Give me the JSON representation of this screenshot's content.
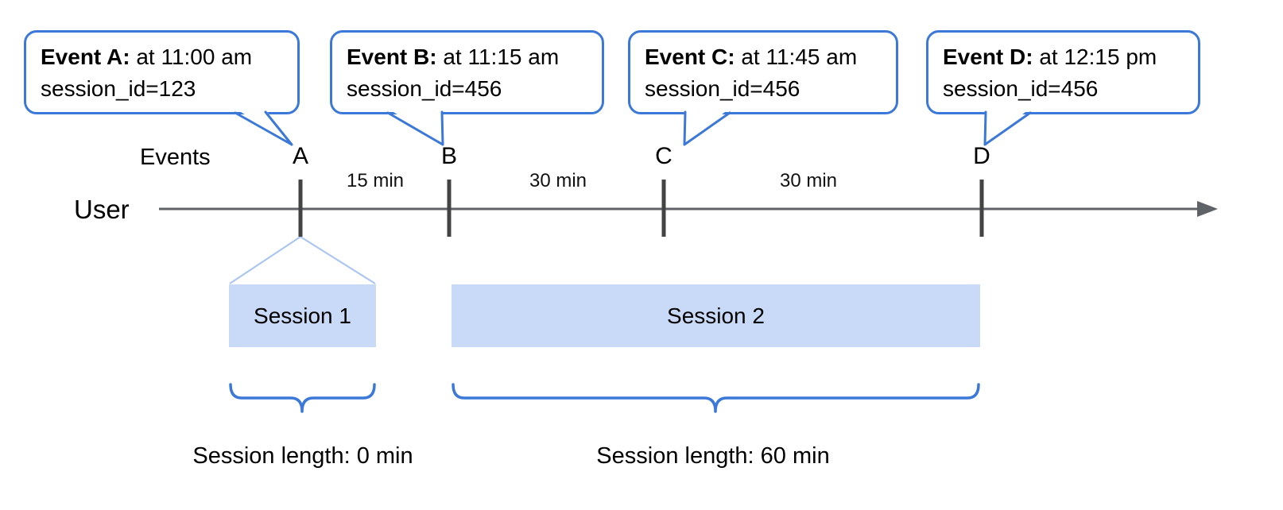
{
  "diagram": {
    "colors": {
      "accent_blue": "#3b78d8",
      "session_fill": "#c9daf8",
      "funnel_blue": "#a8c4f0",
      "timeline_gray": "#5f6368",
      "tick_gray": "#434343"
    },
    "callouts": [
      {
        "title": "Event A:",
        "time": " at 11:00 am",
        "session": "session_id=123"
      },
      {
        "title": "Event B:",
        "time": " at 11:15 am",
        "session": "session_id=456"
      },
      {
        "title": "Event C:",
        "time": " at 11:45 am",
        "session": "session_id=456"
      },
      {
        "title": "Event D:",
        "time": " at 12:15 pm",
        "session": "session_id=456"
      }
    ],
    "axis": {
      "user_label": "User",
      "events_label": "Events"
    },
    "events": [
      "A",
      "B",
      "C",
      "D"
    ],
    "intervals": [
      "15 min",
      "30 min",
      "30 min"
    ],
    "sessions": [
      {
        "label": "Session 1",
        "length": "Session length: 0 min"
      },
      {
        "label": "Session 2",
        "length": "Session length: 60 min"
      }
    ]
  }
}
